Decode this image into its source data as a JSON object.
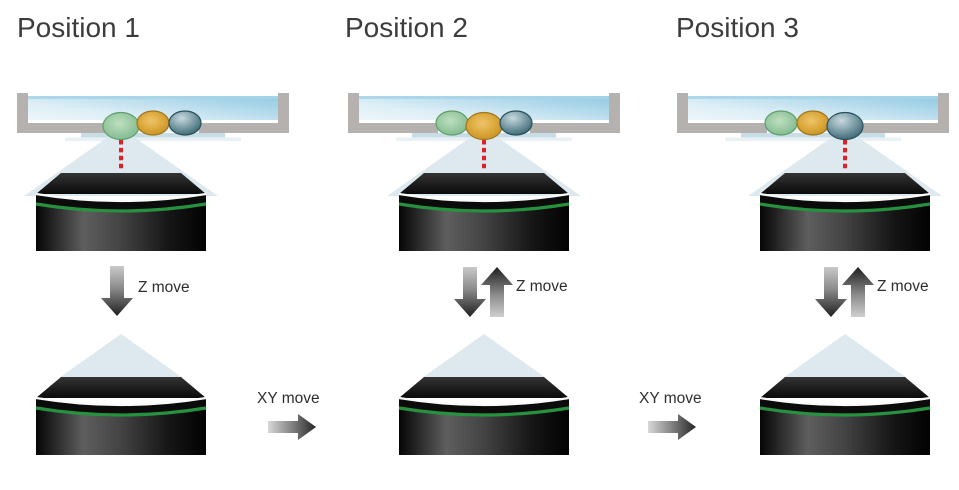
{
  "diagram": {
    "columns": [
      {
        "title": "Position 1",
        "z_label": "Z move",
        "z_arrows": "down",
        "target_cell": "green"
      },
      {
        "title": "Position 2",
        "z_label": "Z move",
        "z_arrows": "down-up",
        "target_cell": "orange"
      },
      {
        "title": "Position 3",
        "z_label": "Z move",
        "z_arrows": "down-up",
        "target_cell": "teal"
      }
    ],
    "xy_moves": [
      {
        "label": "XY move"
      },
      {
        "label": "XY move"
      }
    ],
    "colors": {
      "background": "#ffffff",
      "title_text": "#3c3c3c",
      "label_text": "#2e2e2e",
      "dish_gray": "#b4b1ae",
      "dish_outline": "#9d9a97",
      "liquid_blue": "#9bcfe6",
      "liquid_light": "#f7fbfd",
      "liquid_top_edge": "#a7d4e7",
      "coverslip": "#c9dde7",
      "coverslip_glow": "#e4eef3",
      "cone_blue": "#dbe8ed",
      "laser_red": "#e02027",
      "ring_white": "#fafafa",
      "ring_green": "#27913f",
      "cell_green": "#8fc49a",
      "cell_green_stroke": "#5d9f6c",
      "cell_orange": "#d9a435",
      "cell_orange_stroke": "#a1761c",
      "cell_teal": "#3a6571",
      "cell_teal_stroke": "#27505b",
      "arrow_dark": "#262626",
      "arrow_light": "#cccccc"
    }
  }
}
